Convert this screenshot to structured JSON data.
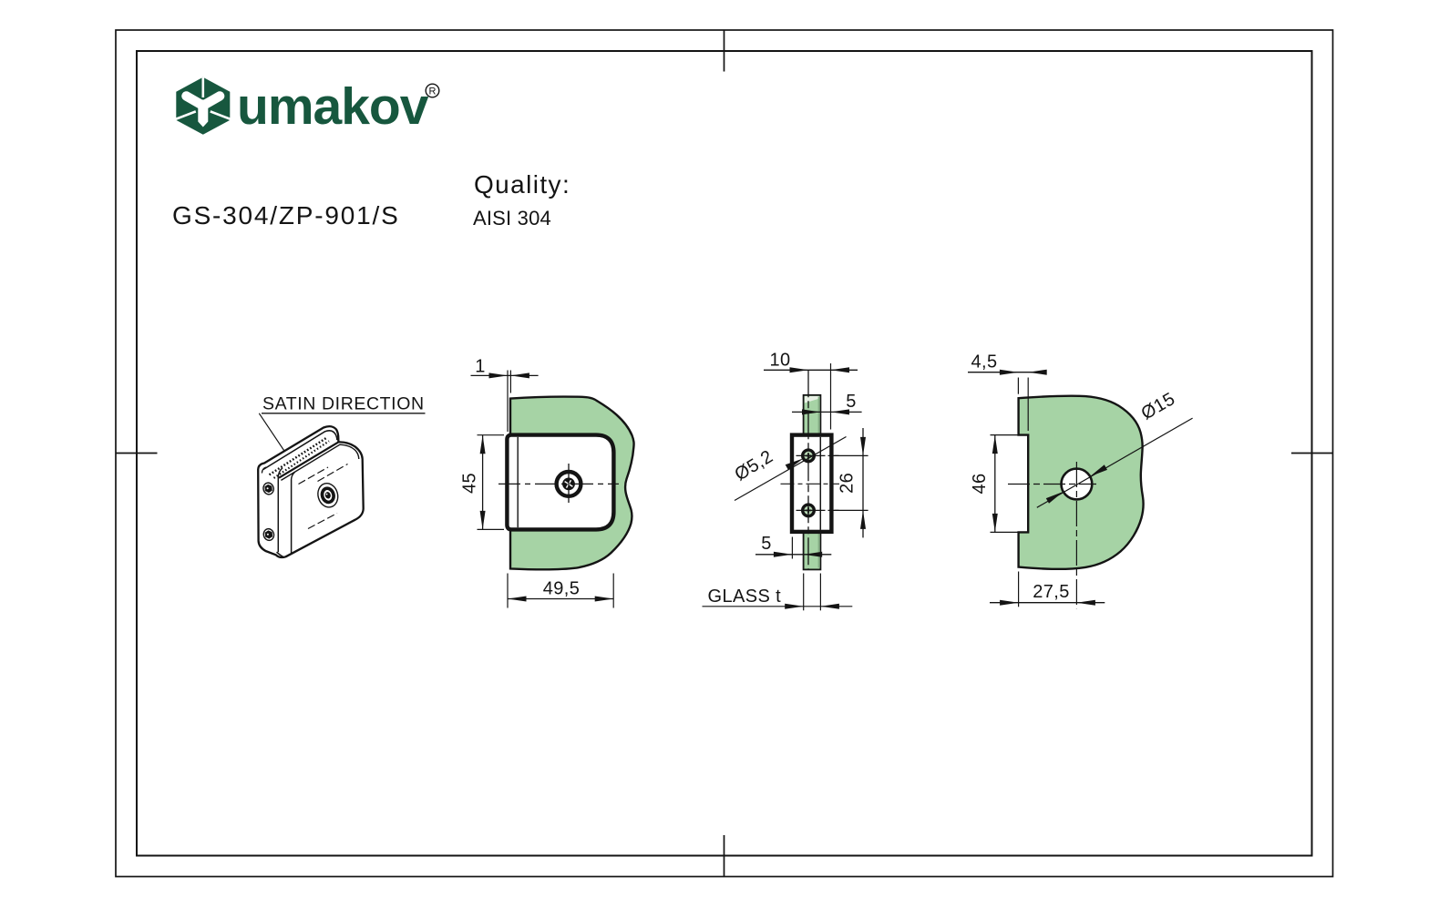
{
  "palette": {
    "line": "#141414",
    "glass_green": "#a6d3a5",
    "glass_green_dark": "#86ae86",
    "screw_green": "#b7d8b4",
    "brand_green": "#17573e",
    "paper": "#ffffff"
  },
  "header": {
    "logo_word": "umakov",
    "registered_mark": "R",
    "product_code": "GS-304/ZP-901/S",
    "quality_label": "Quality:",
    "quality_value": "AISI 304"
  },
  "isometric_view": {
    "label": "SATIN DIRECTION"
  },
  "front_view": {
    "dim_glass_gap": "1",
    "dim_height": "45",
    "dim_width": "49,5"
  },
  "side_view": {
    "dim_screw_to_face": "10",
    "dim_gap_top": "5",
    "dim_screw_diameter": "Ø5,2",
    "dim_hole_spacing": "26",
    "dim_gap_bottom": "5",
    "dim_glass_thickness": "GLASS t"
  },
  "back_view": {
    "dim_notch_depth": "4,5",
    "dim_notch_height": "46",
    "dim_hole_diameter": "Ø15",
    "dim_hole_offset": "27,5"
  }
}
